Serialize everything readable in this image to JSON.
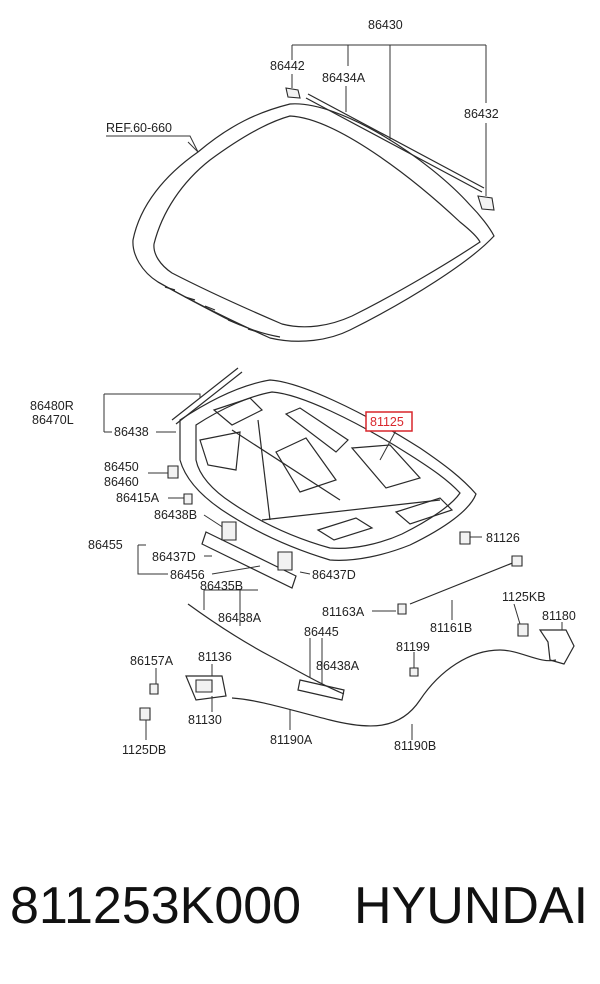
{
  "labels": {
    "l86430": "86430",
    "l86442": "86442",
    "l86434A": "86434A",
    "l86432": "86432",
    "ref": "REF.60-660",
    "l86480R": "86480R",
    "l86470L": "86470L",
    "l86438": "86438",
    "l81125": "81125",
    "l86450": "86450",
    "l86460": "86460",
    "l86415A": "86415A",
    "l86438B": "86438B",
    "l86455": "86455",
    "l86437D_a": "86437D",
    "l86456": "86456",
    "l86437D_b": "86437D",
    "l81126": "81126",
    "l86435B": "86435B",
    "l86438A_a": "86438A",
    "l1125KB": "1125KB",
    "l81163A": "81163A",
    "l81180": "81180",
    "l81161B": "81161B",
    "l86445": "86445",
    "l86157A": "86157A",
    "l81136": "81136",
    "l86438A_b": "86438A",
    "l81199": "81199",
    "l81130": "81130",
    "l1125DB": "1125DB",
    "l81190A": "81190A",
    "l81190B": "81190B"
  },
  "highlight": {
    "part": "81125",
    "color": "#d9262c"
  },
  "caption": {
    "part_number": "811253K000",
    "brand": "HYUNDAI"
  }
}
